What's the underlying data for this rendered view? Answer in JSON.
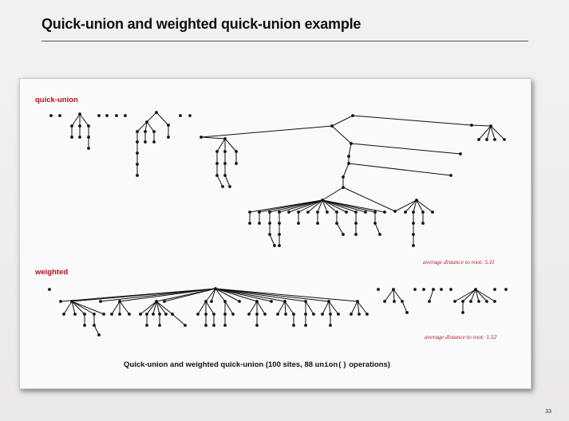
{
  "slide": {
    "title": "Quick-union and weighted quick-union example",
    "page_number": "33"
  },
  "figure": {
    "quick_union_label": "quick-union",
    "quick_union_avg": "average distance to root: 5.11",
    "weighted_label": "weighted",
    "weighted_avg": "average distance to root: 1.52",
    "caption_before": "Quick-union and weighted quick-union (100 sites, 88 ",
    "caption_code": "union()",
    "caption_after": " operations)"
  }
}
